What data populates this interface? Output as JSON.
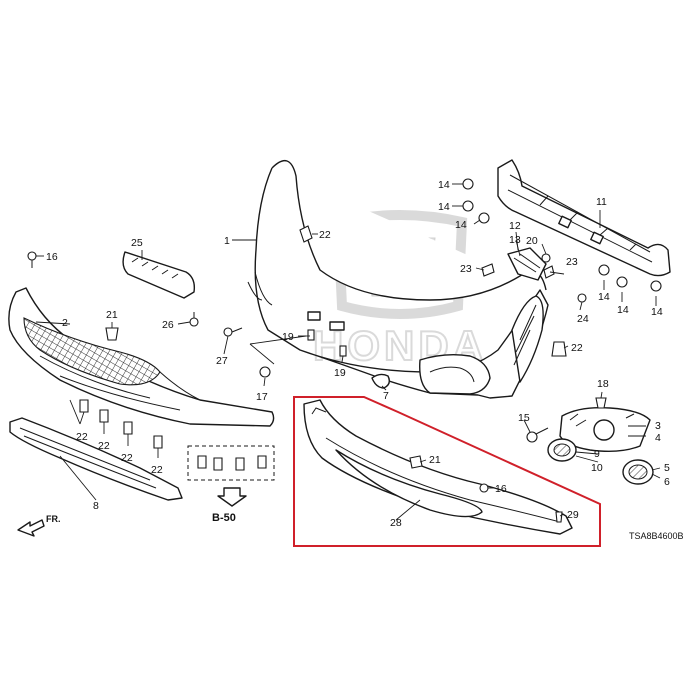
{
  "callouts": {
    "c1": "1",
    "c2": "2",
    "c3": "3",
    "c4": "4",
    "c5": "5",
    "c6": "6",
    "c7": "7",
    "c8": "8",
    "c9": "9",
    "c10": "10",
    "c11": "11",
    "c12": "12",
    "c13": "13",
    "c14a": "14",
    "c14b": "14",
    "c14c": "14",
    "c14d": "14",
    "c14e": "14",
    "c14f": "14",
    "c15": "15",
    "c16a": "16",
    "c16b": "16",
    "c17": "17",
    "c18": "18",
    "c19a": "19",
    "c19b": "19",
    "c20": "20",
    "c21a": "21",
    "c21b": "21",
    "c22a": "22",
    "c22b": "22",
    "c22c": "22",
    "c22d": "22",
    "c22e": "22",
    "c22f": "22",
    "c23a": "23",
    "c23b": "23",
    "c24": "24",
    "c25": "25",
    "c26": "26",
    "c27": "27",
    "c28": "28",
    "c29": "29"
  },
  "reference": "B-50",
  "direction": "FR.",
  "drawing_code": "TSA8B4600B",
  "watermark_brand": "HONDA",
  "colors": {
    "highlight_box": "#d0202a",
    "line": "#1a1a1a",
    "watermark": "#bdbdbd"
  }
}
